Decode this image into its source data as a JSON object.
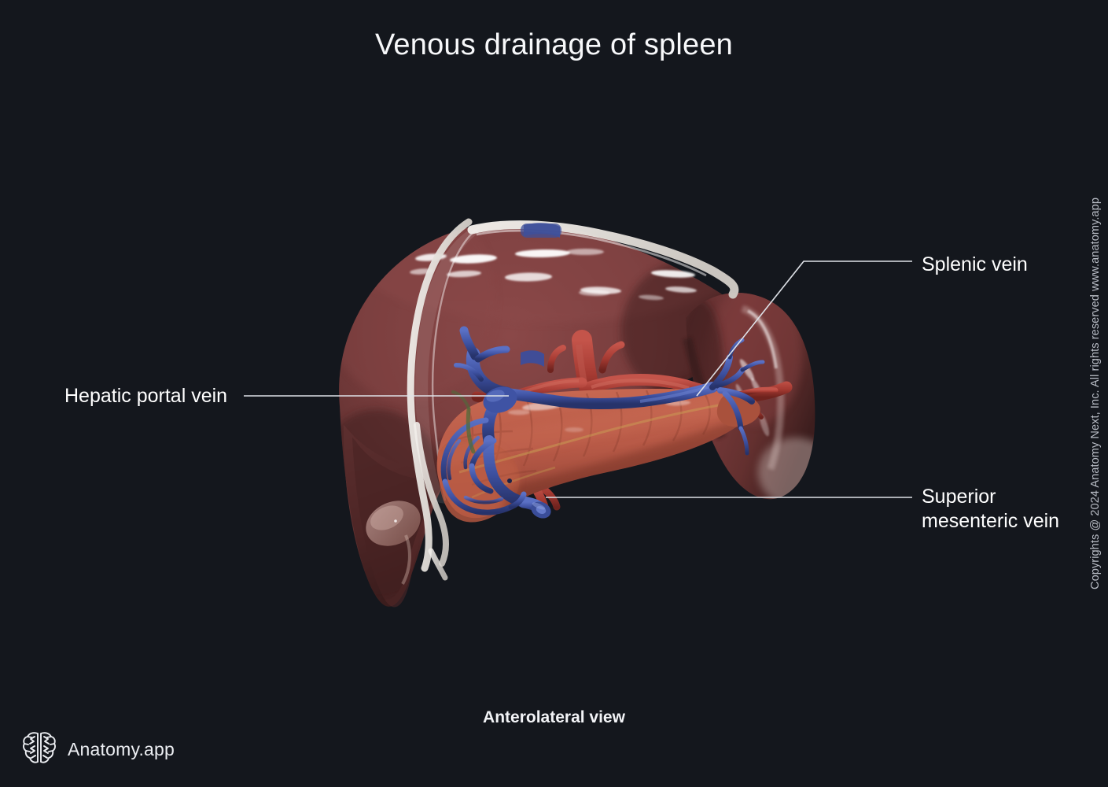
{
  "page": {
    "background_color": "#14171d",
    "title": "Venous drainage of spleen",
    "caption": "Anterolateral view",
    "copyright": "Copyrights @ 2024 Anatomy Next, Inc. All rights reserved www.anatomy.app"
  },
  "brand": {
    "logo_icon": "brain-icon",
    "name": "Anatomy.app"
  },
  "labels": {
    "hepatic_portal_vein": "Hepatic portal vein",
    "splenic_vein": "Splenic vein",
    "superior_mesenteric_vein": "Superior\nmesenteric vein"
  },
  "illustration": {
    "view": "Anterolateral view",
    "organs": [
      {
        "name": "liver",
        "color": "#7b3f3f"
      },
      {
        "name": "falciform-ligament",
        "color": "#e6e2dd"
      },
      {
        "name": "gallbladder",
        "color": "#c8a39c"
      },
      {
        "name": "pancreas",
        "color": "#bf5f4c"
      },
      {
        "name": "spleen",
        "color": "#6e3636"
      }
    ],
    "vessels": [
      {
        "name": "hepatic-portal-vein",
        "color": "#3b4f9e",
        "type": "vein"
      },
      {
        "name": "splenic-vein",
        "color": "#3f55a8",
        "type": "vein"
      },
      {
        "name": "superior-mesenteric-vein",
        "color": "#3a4e9c",
        "type": "vein"
      },
      {
        "name": "splenic-artery",
        "color": "#a83a32",
        "type": "artery"
      },
      {
        "name": "celiac-trunk",
        "color": "#a83a32",
        "type": "artery"
      },
      {
        "name": "superior-mesenteric-artery",
        "color": "#a83a32",
        "type": "artery"
      }
    ],
    "leader_line_color": "#dfe2e8"
  }
}
